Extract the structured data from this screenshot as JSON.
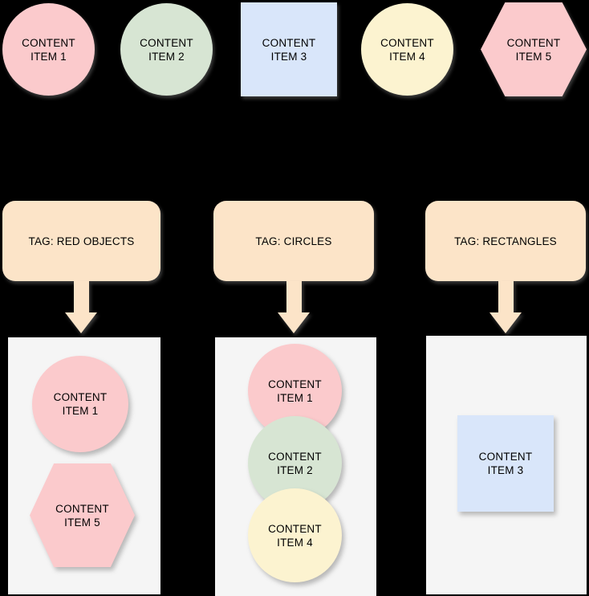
{
  "colors": {
    "background": "#000000",
    "pink": "#fbcacc",
    "green": "#d7e5d3",
    "blue": "#d9e6fa",
    "yellow": "#fcf3d0",
    "tag": "#fce4c8",
    "container": "#f5f5f5",
    "text": "#000000"
  },
  "top_items": [
    {
      "shape": "circle",
      "color": "pink",
      "line1": "CONTENT",
      "line2": "ITEM 1"
    },
    {
      "shape": "circle",
      "color": "green",
      "line1": "CONTENT",
      "line2": "ITEM 2"
    },
    {
      "shape": "square",
      "color": "blue",
      "line1": "CONTENT",
      "line2": "ITEM 3"
    },
    {
      "shape": "circle",
      "color": "yellow",
      "line1": "CONTENT",
      "line2": "ITEM 4"
    },
    {
      "shape": "hexagon",
      "color": "pink",
      "line1": "CONTENT",
      "line2": "ITEM 5"
    }
  ],
  "tags": [
    {
      "label": "TAG: RED OBJECTS"
    },
    {
      "label": "TAG: CIRCLES"
    },
    {
      "label": "TAG: RECTANGLES"
    }
  ],
  "groups": [
    {
      "tag": "TAG: RED OBJECTS",
      "members": [
        {
          "shape": "circle",
          "color": "pink",
          "line1": "CONTENT",
          "line2": "ITEM 1"
        },
        {
          "shape": "hexagon",
          "color": "pink",
          "line1": "CONTENT",
          "line2": "ITEM 5"
        }
      ]
    },
    {
      "tag": "TAG: CIRCLES",
      "members": [
        {
          "shape": "circle",
          "color": "pink",
          "line1": "CONTENT",
          "line2": "ITEM 1"
        },
        {
          "shape": "circle",
          "color": "green",
          "line1": "CONTENT",
          "line2": "ITEM 2"
        },
        {
          "shape": "circle",
          "color": "yellow",
          "line1": "CONTENT",
          "line2": "ITEM 4"
        }
      ]
    },
    {
      "tag": "TAG: RECTANGLES",
      "members": [
        {
          "shape": "square",
          "color": "blue",
          "line1": "CONTENT",
          "line2": "ITEM 3"
        }
      ]
    }
  ]
}
